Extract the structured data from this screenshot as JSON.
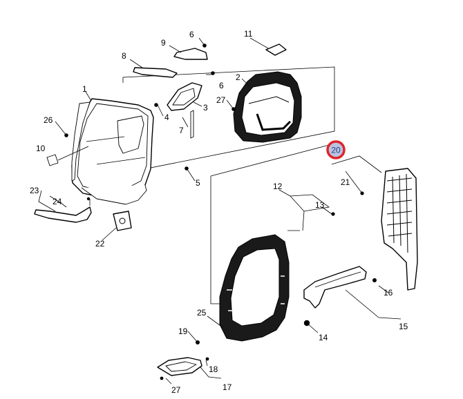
{
  "diagram": {
    "labels": {
      "l1": "1",
      "l2": "2",
      "l3": "3",
      "l4": "4",
      "l5": "5",
      "l6a": "6",
      "l6b": "6",
      "l7": "7",
      "l8": "8",
      "l9": "9",
      "l10": "10",
      "l11": "11",
      "l12": "12",
      "l13": "13",
      "l14": "14",
      "l15": "15",
      "l16": "16",
      "l17": "17",
      "l18": "18",
      "l19": "19",
      "l20": "20",
      "l21": "21",
      "l22": "22",
      "l23": "23",
      "l24": "24",
      "l25": "25",
      "l26": "26",
      "l27a": "27",
      "l27b": "27"
    },
    "highlight": {
      "label": "20",
      "ring_color": "#e0242c",
      "fill_color": "#b8c4e0"
    }
  }
}
